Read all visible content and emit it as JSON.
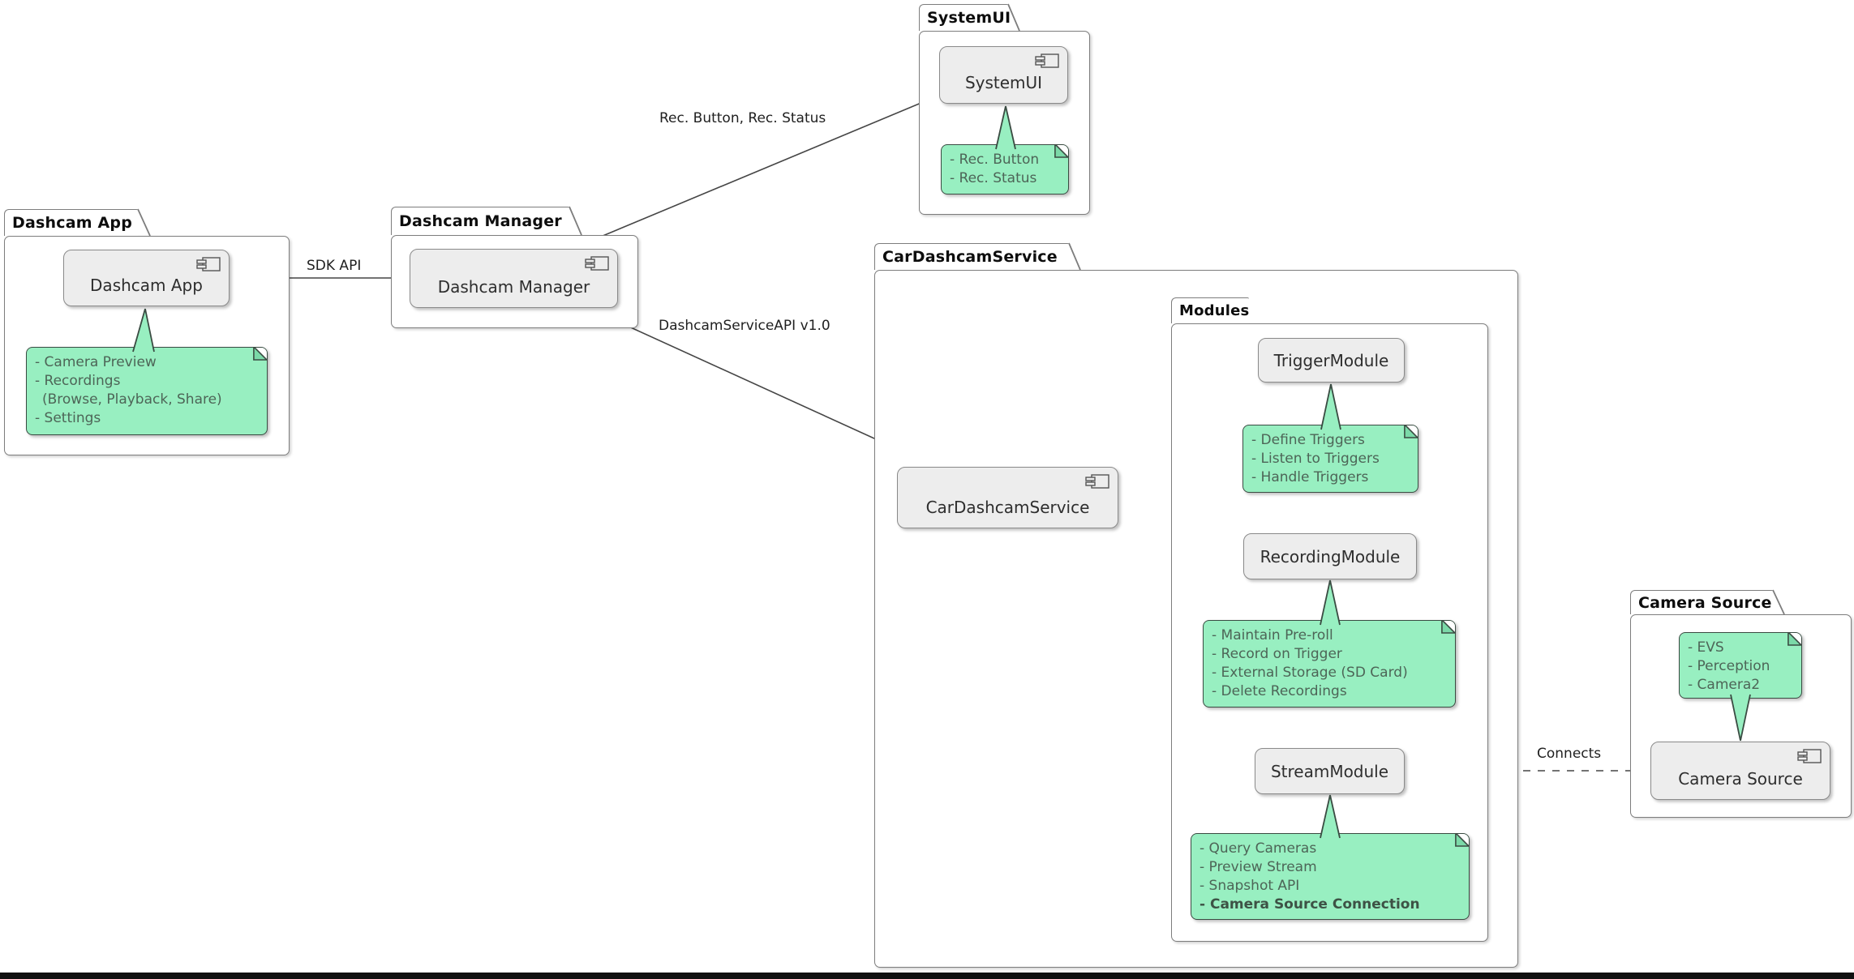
{
  "packages": {
    "dashcam_app": "Dashcam App",
    "dashcam_manager": "Dashcam Manager",
    "systemui": "SystemUI",
    "car_dashcam_service": "CarDashcamService",
    "modules": "Modules",
    "camera_source": "Camera Source"
  },
  "components": {
    "dashcam_app": "Dashcam App",
    "dashcam_manager": "Dashcam Manager",
    "systemui": "SystemUI",
    "car_dashcam_service": "CarDashcamService",
    "trigger_module": "TriggerModule",
    "recording_module": "RecordingModule",
    "stream_module": "StreamModule",
    "camera_source": "Camera Source"
  },
  "notes": {
    "dashcam_app": {
      "lines": [
        "- Camera Preview",
        "- Recordings",
        "(Browse, Playback, Share)",
        "- Settings"
      ]
    },
    "systemui": {
      "lines": [
        "- Rec. Button",
        "- Rec. Status"
      ]
    },
    "trigger_module": {
      "lines": [
        "- Define Triggers",
        "- Listen to Triggers",
        "- Handle Triggers"
      ]
    },
    "recording_module": {
      "lines": [
        "- Maintain Pre-roll",
        "- Record on Trigger",
        "- External Storage (SD Card)",
        "- Delete Recordings"
      ]
    },
    "stream_module": {
      "lines": [
        "- Query Cameras",
        "- Preview Stream",
        "- Snapshot API",
        "- Camera Source Connection"
      ]
    },
    "camera_source": {
      "lines": [
        "- EVS",
        "- Perception",
        "- Camera2"
      ]
    }
  },
  "edge_labels": {
    "sdk_api": "SDK API",
    "rec_button_status": "Rec. Button, Rec. Status",
    "dashcam_service_api": "DashcamServiceAPI v1.0",
    "connects": "Connects"
  },
  "colors": {
    "note_fill": "#98efc1",
    "note_border": "#3a4b42",
    "component_fill": "#ededed",
    "component_border": "#8a8a8a",
    "package_border": "#7d7d7d",
    "edge": "#454545",
    "bottom_bar": "#101010"
  }
}
